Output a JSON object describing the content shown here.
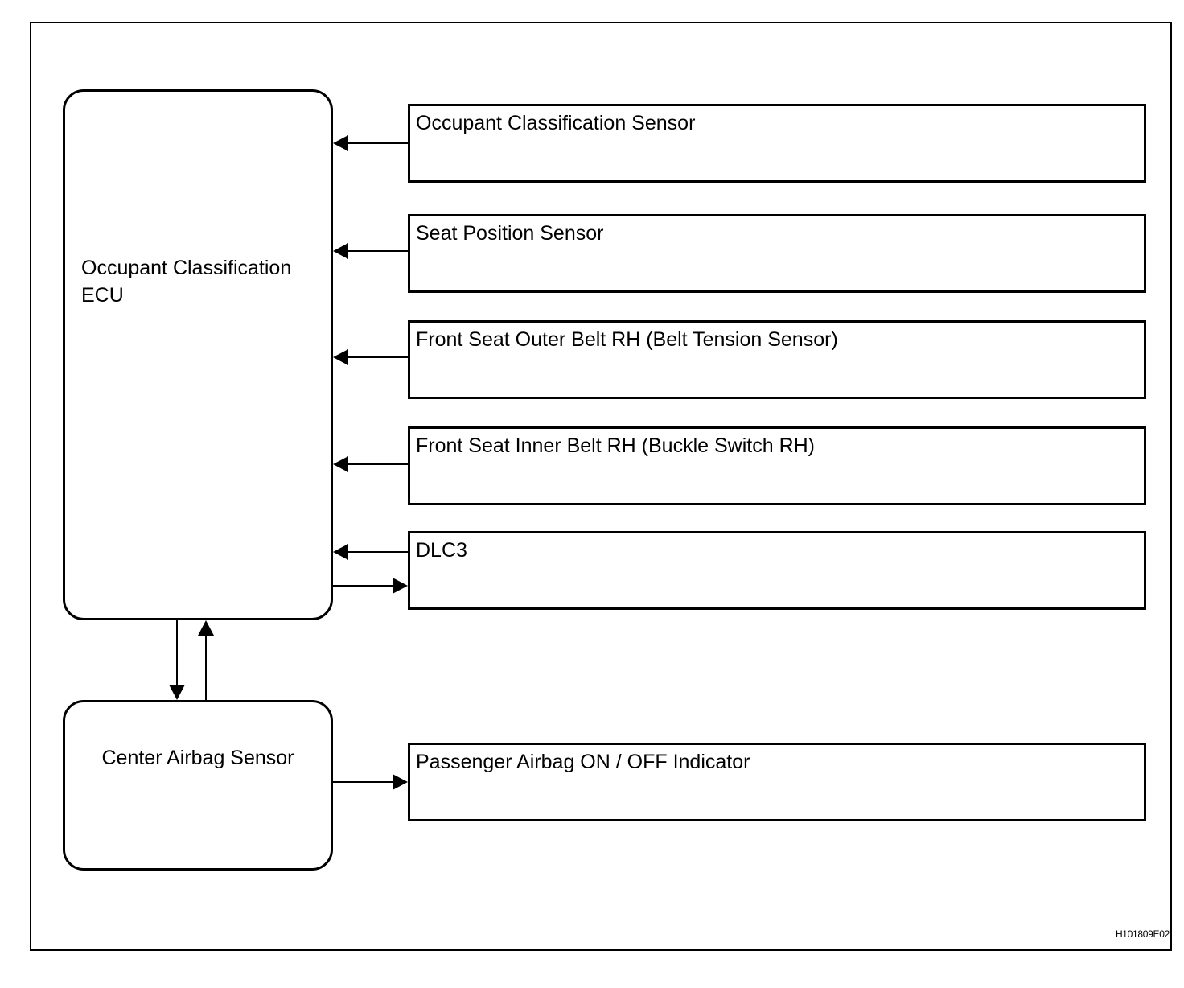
{
  "ecu": {
    "label": "Occupant Classification\nECU"
  },
  "center_airbag_sensor": {
    "label": "Center Airbag Sensor"
  },
  "inputs": {
    "occupant_classification_sensor": "Occupant Classification Sensor",
    "seat_position_sensor": "Seat Position Sensor",
    "front_seat_outer_belt": "Front Seat Outer Belt RH (Belt Tension Sensor)",
    "front_seat_inner_belt": "Front Seat Inner Belt RH (Buckle Switch RH)",
    "dlc3": "DLC3"
  },
  "outputs": {
    "passenger_airbag_indicator": "Passenger Airbag ON / OFF Indicator"
  },
  "connections": [
    {
      "from": "Occupant Classification Sensor",
      "to": "Occupant Classification ECU"
    },
    {
      "from": "Seat Position Sensor",
      "to": "Occupant Classification ECU"
    },
    {
      "from": "Front Seat Outer Belt RH (Belt Tension Sensor)",
      "to": "Occupant Classification ECU"
    },
    {
      "from": "Front Seat Inner Belt RH (Buckle Switch RH)",
      "to": "Occupant Classification ECU"
    },
    {
      "from": "DLC3",
      "to": "Occupant Classification ECU"
    },
    {
      "from": "Occupant Classification ECU",
      "to": "DLC3"
    },
    {
      "from": "Occupant Classification ECU",
      "to": "Center Airbag Sensor"
    },
    {
      "from": "Center Airbag Sensor",
      "to": "Occupant Classification ECU"
    },
    {
      "from": "Center Airbag Sensor",
      "to": "Passenger Airbag ON / OFF Indicator"
    }
  ],
  "reference_code": "H101809E02"
}
